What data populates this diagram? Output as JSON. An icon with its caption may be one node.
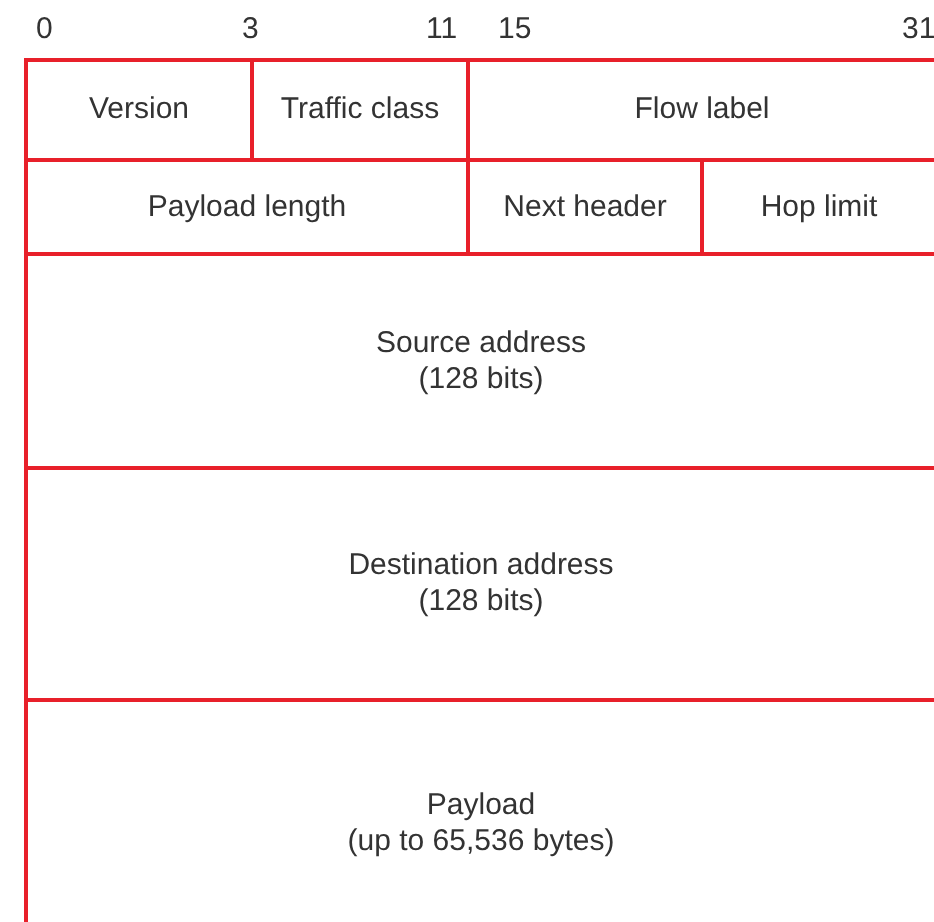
{
  "diagram": {
    "nodes": [
      {
        "text": [
          "Version"
        ]
      },
      {
        "text": [
          "Traffic class"
        ]
      },
      {
        "text": [
          "Flow label"
        ]
      },
      {
        "text": [
          "Payload length"
        ]
      },
      {
        "text": [
          "Next header"
        ]
      },
      {
        "text": [
          "Hop limit"
        ]
      },
      {
        "text": [
          "Source address",
          "(128 bits)"
        ]
      },
      {
        "text": [
          "Destination address",
          "(128 bits)"
        ]
      },
      {
        "text": [
          "Payload",
          "(up to 65,536 bytes)"
        ]
      }
    ],
    "labels": [
      "0",
      "3",
      "11",
      "15",
      "31"
    ]
  }
}
